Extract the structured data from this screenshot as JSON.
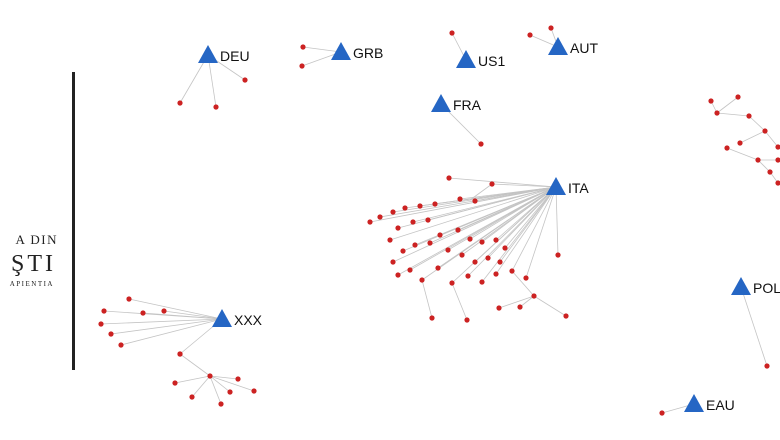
{
  "logo": {
    "line1": "A DIN",
    "line2": "ŞTI",
    "line3": "APIENTIA"
  },
  "colors": {
    "hub": "#2566c4",
    "node": "#cc2222",
    "edge": "#c4c4c4",
    "divider": "#222222"
  },
  "hubs": [
    {
      "id": "DEU",
      "label": "DEU"
    },
    {
      "id": "GRB",
      "label": "GRB"
    },
    {
      "id": "US1",
      "label": "US1"
    },
    {
      "id": "AUT",
      "label": "AUT"
    },
    {
      "id": "FRA",
      "label": "FRA"
    },
    {
      "id": "ITA",
      "label": "ITA"
    },
    {
      "id": "XXX",
      "label": "XXX"
    },
    {
      "id": "POL",
      "label": "POL"
    },
    {
      "id": "EAU",
      "label": "EAU"
    }
  ]
}
